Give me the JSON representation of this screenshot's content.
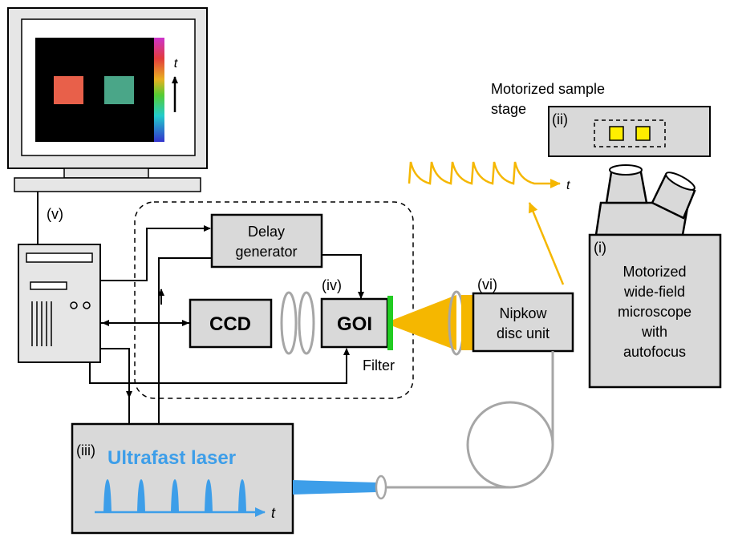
{
  "labels": {
    "motorized_stage": [
      "Motorized sample",
      "stage"
    ],
    "stage_tag": "(ii)",
    "fluorescence_t": "t",
    "monitor_t": "t",
    "computer_tag": "(v)",
    "delay_generator": [
      "Delay",
      "generator"
    ],
    "goi_tag": "(iv)",
    "ccd": "CCD",
    "goi": "GOI",
    "filter": "Filter",
    "nipkow_tag": "(vi)",
    "nipkow": [
      "Nipkow",
      "disc unit"
    ],
    "microscope_tag": "(i)",
    "microscope": [
      "Motorized",
      "wide-field",
      "microscope",
      "with",
      "autofocus"
    ],
    "laser_tag": "(iii)",
    "laser": "Ultrafast laser",
    "laser_t": "t"
  },
  "colors": {
    "laser_blue": "#3d9ee9",
    "fluorescence_orange": "#f5b700",
    "filter_green": "#22cc22",
    "box_gray": "#d9d9d9",
    "sample_yellow": "#ffee00",
    "square_red": "#e8604a",
    "square_teal": "#4aa688"
  }
}
